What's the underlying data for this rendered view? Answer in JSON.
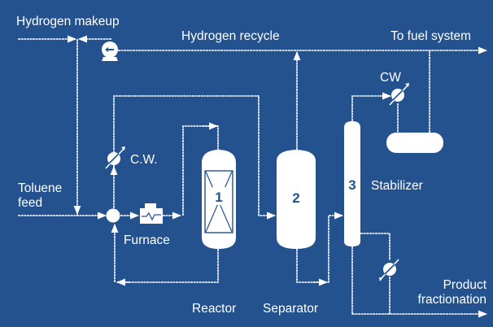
{
  "diagram": {
    "title": "Toluene hydrodealkylation process flow",
    "colors": {
      "background": "#23528f",
      "lines": "#ffffff"
    },
    "labels": {
      "hydrogen_makeup": "Hydrogen makeup",
      "hydrogen_recycle": "Hydrogen recycle",
      "to_fuel_system": "To fuel system",
      "toluene_feed_line1": "Toluene",
      "toluene_feed_line2": "feed",
      "cw_feed": "C.W.",
      "cw_overhead": "CW",
      "furnace": "Furnace",
      "reactor": "Reactor",
      "separator": "Separator",
      "stabilizer": "Stabilizer",
      "product_line1": "Product",
      "product_line2": "fractionation"
    },
    "vessels": [
      {
        "id": "reactor",
        "number": "1"
      },
      {
        "id": "separator",
        "number": "2"
      },
      {
        "id": "stabilizer",
        "number": "3"
      }
    ],
    "icons": [
      "compressor-icon",
      "heat-exchanger-icon",
      "furnace-icon",
      "mixer-icon",
      "reflux-drum-icon"
    ]
  }
}
